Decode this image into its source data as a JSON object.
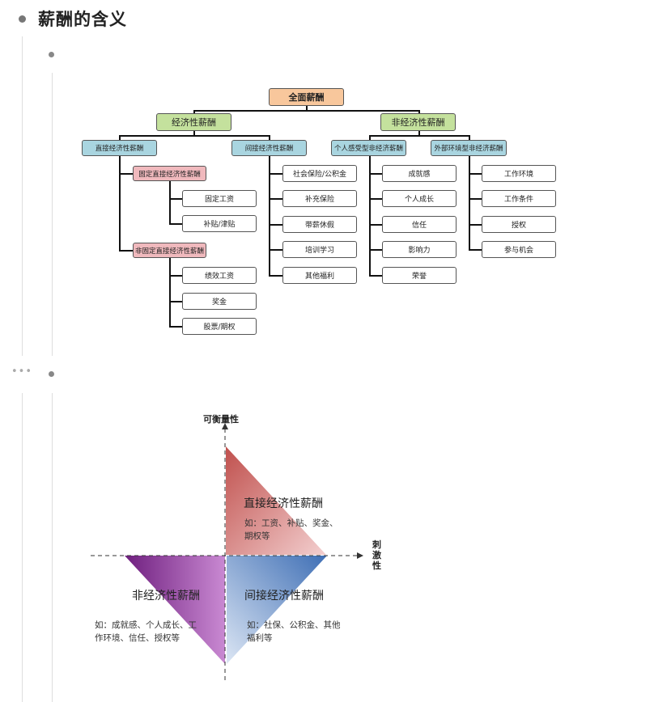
{
  "section_title": "薪酬的含义",
  "ellipsis": "•••",
  "org_chart": {
    "root": "全面薪酬",
    "economic": "经济性薪酬",
    "non_economic": "非经济性薪酬",
    "direct": "直接经济性薪酬",
    "indirect": "间接经济性薪酬",
    "personal": "个人感受型非经济薪酬",
    "external": "外部环境型非经济薪酬",
    "fixed": "固定直接经济性薪酬",
    "nonfixed": "非固定直接经济性薪酬",
    "fixed_items": [
      "固定工资",
      "补贴/津贴"
    ],
    "nonfixed_items": [
      "绩效工资",
      "奖金",
      "股票/期权"
    ],
    "indirect_items": [
      "社会保险/公积金",
      "补充保险",
      "带薪休假",
      "培训学习",
      "其他福利"
    ],
    "personal_items": [
      "成就感",
      "个人成长",
      "信任",
      "影响力",
      "荣誉"
    ],
    "external_items": [
      "工作环境",
      "工作条件",
      "授权",
      "参与机会"
    ],
    "colors": {
      "root": "#f8c79c",
      "level2": "#c4e19d",
      "level3": "#a9d5e0",
      "level4": "#f0b9bd"
    }
  },
  "quadrant": {
    "y_axis": "可衡量性",
    "x_axis": "刺激性",
    "direct_title": "直接经济性薪酬",
    "direct_desc_1": "如：工资、补贴、奖金、",
    "direct_desc_2": "期权等",
    "non_econ_title": "非经济性薪酬",
    "non_econ_desc_1": "如：成就感、个人成长、工",
    "non_econ_desc_2": "作环境、信任、授权等",
    "indirect_title": "间接经济性薪酬",
    "indirect_desc_1": "如：社保、公积金、其他",
    "indirect_desc_2": "福利等",
    "colors": {
      "direct": "#c0504d",
      "non_econ": "#7b2a8c",
      "indirect": "#4f81bd"
    }
  }
}
